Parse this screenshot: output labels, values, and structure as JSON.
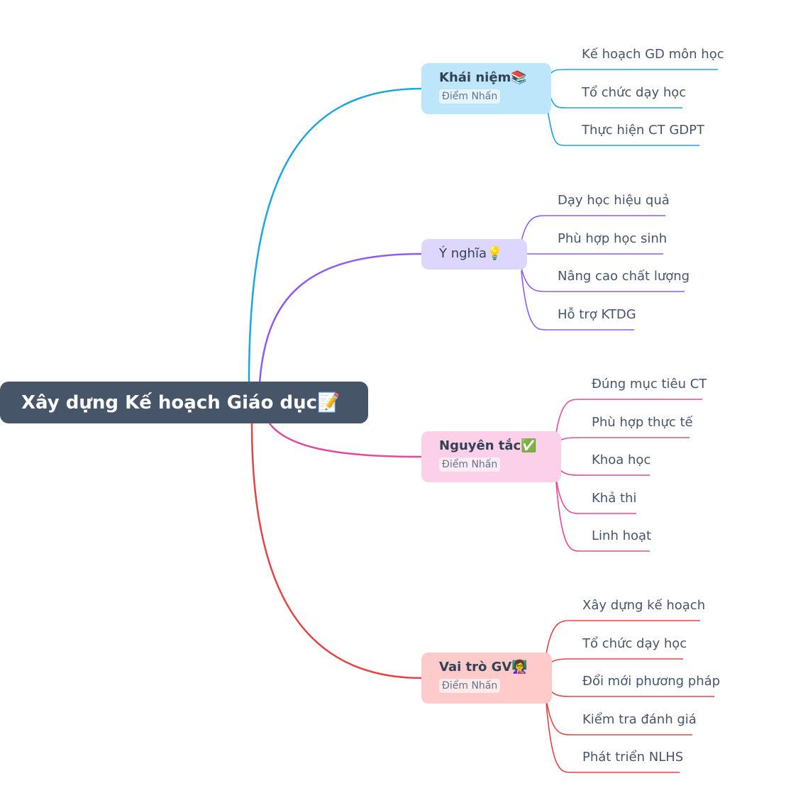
{
  "root": {
    "title": "Xây dựng Kế hoạch Giáo dục📝"
  },
  "branches": [
    {
      "label": "Khái niệm📚",
      "badge": "Điểm Nhấn",
      "color": "#1ba6e0",
      "fill": "#bde6fb",
      "leaves": [
        "Kế hoạch GD môn học",
        "Tổ chức dạy học",
        "Thực hiện CT GDPT"
      ]
    },
    {
      "label": "Ý nghĩa💡",
      "badge": "",
      "color": "#8b5cf6",
      "fill": "#ddd6fe",
      "leaves": [
        "Dạy học hiệu quả",
        "Phù hợp học sinh",
        "Nâng cao chất lượng",
        "Hỗ trợ KTDG"
      ]
    },
    {
      "label": "Nguyên tắc✅",
      "badge": "Điểm Nhấn",
      "color": "#e4499a",
      "fill": "#fbd0e8",
      "leaves": [
        "Đúng mục tiêu CT",
        "Phù hợp thực tế",
        "Khoa học",
        "Khả thi",
        "Linh hoạt"
      ]
    },
    {
      "label": "Vai trò GV👩‍🏫",
      "badge": "Điểm Nhấn",
      "color": "#e34545",
      "fill": "#fecaca",
      "leaves": [
        "Xây dựng kế hoạch",
        "Tổ chức dạy học",
        "Đổi mới phương pháp",
        "Kiểm tra đánh giá",
        "Phát triển NLHS"
      ]
    }
  ]
}
